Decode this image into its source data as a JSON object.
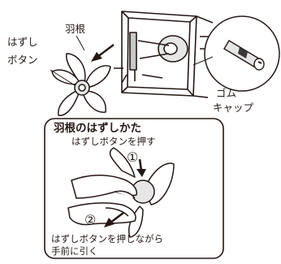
{
  "labels": {
    "blade": "羽根",
    "release_button_line1": "はずし",
    "release_button_line2": "ボタン",
    "rubber_cap_line1": "ゴム",
    "rubber_cap_line2": "キャップ"
  },
  "inset": {
    "title": "羽根のはずしかた",
    "step1_text": "はずしボタンを押す",
    "step1_number": "①",
    "step2_number": "②",
    "final_text_line1": "はずしボタンを押しながら",
    "final_text_line2": "手前に引く"
  },
  "colors": {
    "line": "#231815",
    "shade": "#c9c9c9",
    "light": "#e6e6e6"
  }
}
